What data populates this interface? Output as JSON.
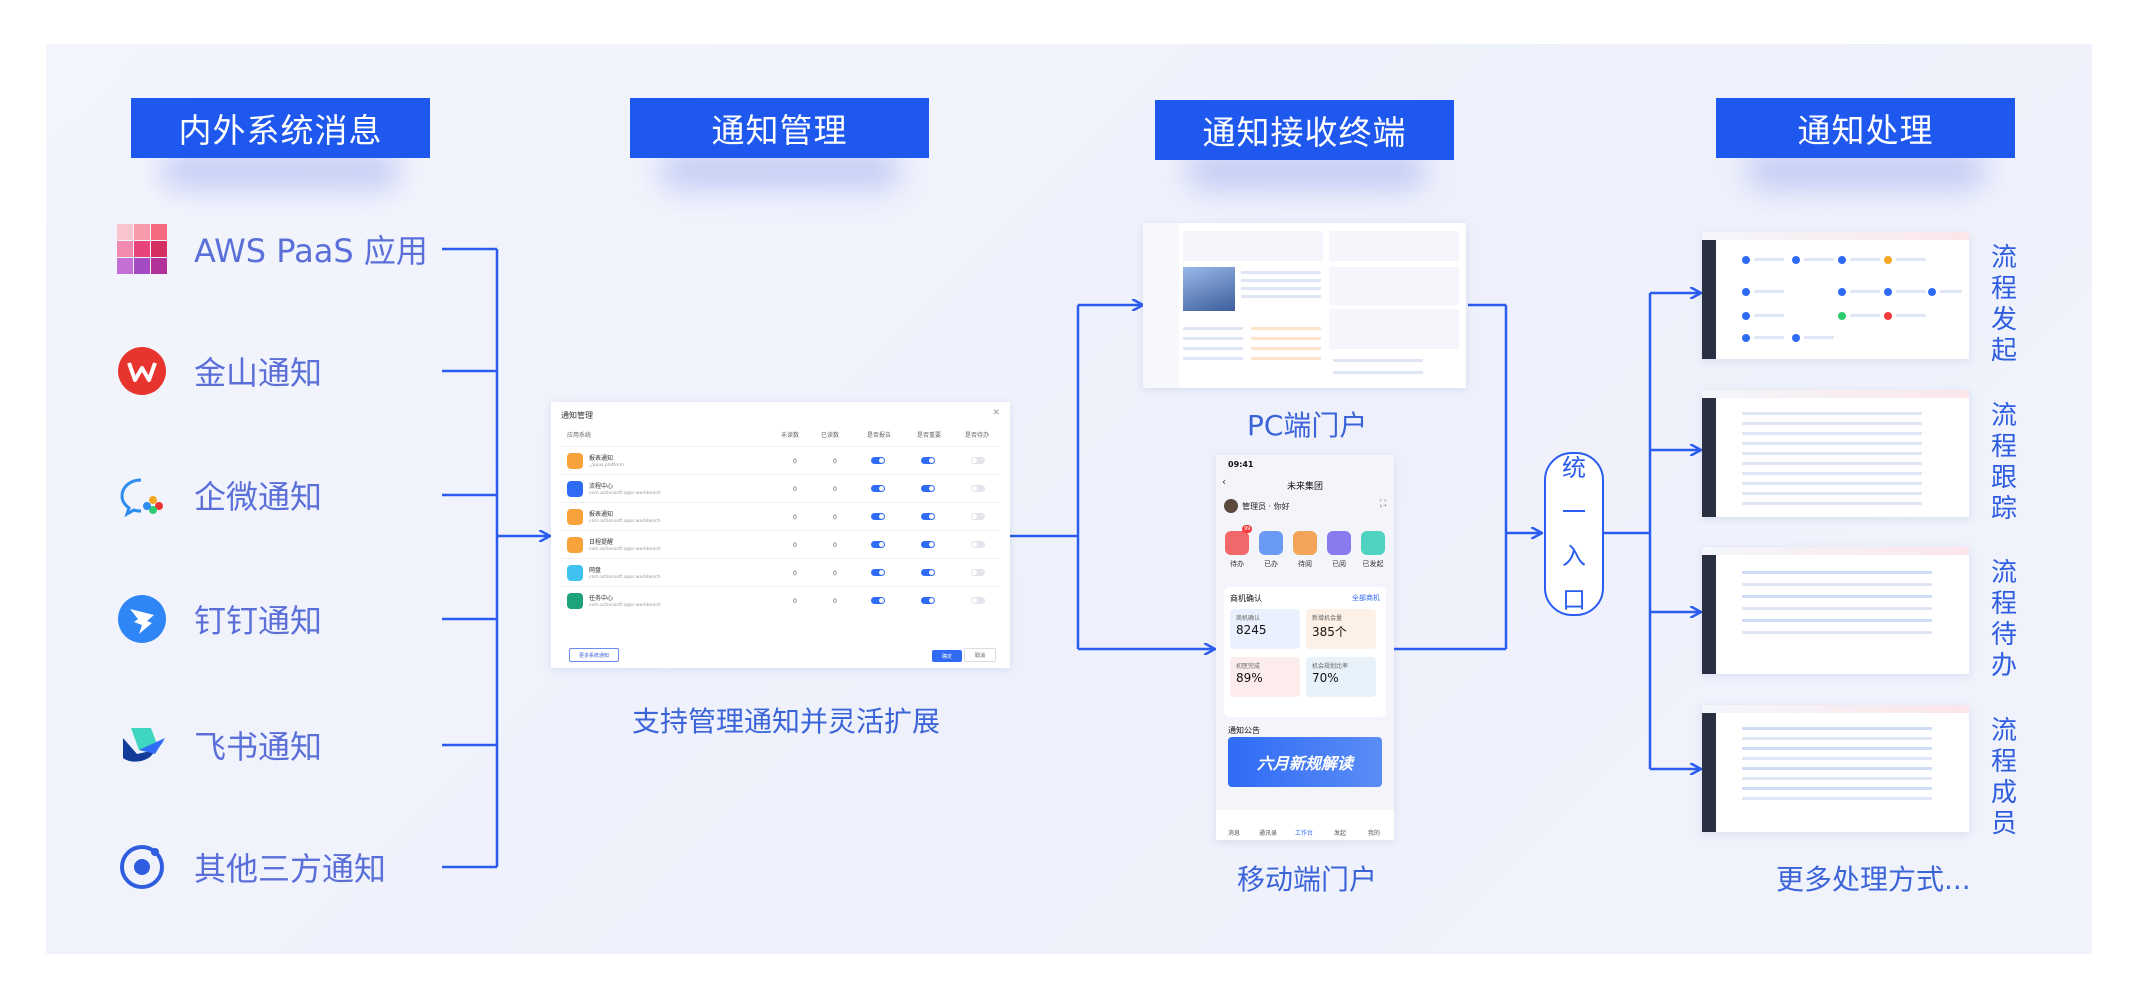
{
  "headers": [
    "内外系统消息",
    "通知管理",
    "通知接收终端",
    "通知处理"
  ],
  "sources": [
    "AWS PaaS 应用",
    "金山通知",
    "企微通知",
    "钉钉通知",
    "飞书通知",
    "其他三方通知"
  ],
  "mgmt": {
    "caption": "支持管理通知并灵活扩展",
    "dialog_title": "通知管理",
    "columns": [
      "应用系统",
      "未读数",
      "已读数",
      "是否报告",
      "是否重要",
      "是否待办"
    ],
    "rows": [
      {
        "name": "报表通知",
        "sub": "_/paas.platform",
        "unread": "0",
        "read": "0"
      },
      {
        "name": "流程中心",
        "sub": "com.actionsoft.apps.workbench",
        "unread": "0",
        "read": "0"
      },
      {
        "name": "报表通知",
        "sub": "com.actionsoft.apps.workbench",
        "unread": "0",
        "read": "0"
      },
      {
        "name": "日程提醒",
        "sub": "com.actionsoft.apps.workbench",
        "unread": "0",
        "read": "0"
      },
      {
        "name": "网盘",
        "sub": "com.actionsoft.apps.workbench",
        "unread": "0",
        "read": "0"
      },
      {
        "name": "任务中心",
        "sub": "com.actionsoft.apps.workbench",
        "unread": "0",
        "read": "0"
      }
    ],
    "btn_more": "更多系统通知",
    "btn_ok": "确定",
    "btn_cancel": "取消"
  },
  "pc": {
    "caption": "PC端门户"
  },
  "mobile": {
    "caption": "移动端门户",
    "time": "09:41",
    "title": "未来集团",
    "user": "管理员 · 你好",
    "apps": [
      "待办",
      "已办",
      "待阅",
      "已阅",
      "已发起"
    ],
    "badge": "99",
    "card_title": "商机确认",
    "card_link": "全部商机",
    "stats": [
      {
        "t": "商机确认",
        "v": "8245"
      },
      {
        "t": "新增机会量",
        "v": "385个"
      },
      {
        "t": "初医完成",
        "v": "89%"
      },
      {
        "t": "机会规划比率",
        "v": "70%"
      }
    ],
    "notice_title": "通知公告",
    "banner": "六月新规解读",
    "nav": [
      "消息",
      "通讯录",
      "工作台",
      "发起",
      "我的"
    ]
  },
  "entry": [
    "统",
    "一",
    "入",
    "口"
  ],
  "process": {
    "labels": [
      "流程发起",
      "流程跟踪",
      "流程待办",
      "流程成员"
    ],
    "caption": "更多处理方式..."
  },
  "colors": {
    "accent": "#1e58ee",
    "line": "#2b5cf0",
    "label": "#5b6fd8"
  }
}
